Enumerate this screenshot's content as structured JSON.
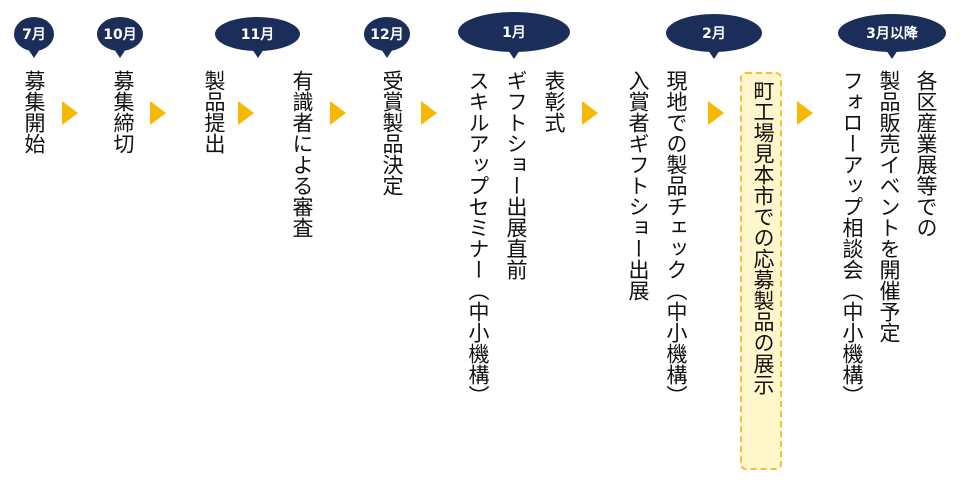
{
  "months": {
    "jul": "7月",
    "oct": "10月",
    "nov": "11月",
    "dec": "12月",
    "jan": "1月",
    "feb": "2月",
    "mar": "3月以降"
  },
  "steps": {
    "jul": [
      "募集開始"
    ],
    "oct": [
      "募集締切"
    ],
    "nov_submit": [
      "製品提出"
    ],
    "nov_review": [
      "有識者による審査"
    ],
    "dec": [
      "受賞製品決定"
    ],
    "jan": [
      "表彰式",
      "ギフトショー出展直前",
      "スキルアップセミナー（中小機構）"
    ],
    "feb": [
      "現地での製品チェック（中小機構）",
      "入賞者ギフトショー出展"
    ],
    "feb_highlight": "町工場見本市での応募製品の展示",
    "mar": [
      "各区産業展等での",
      "製品販売イベントを開催予定",
      "フォローアップ相談会（中小機構）"
    ]
  },
  "colors": {
    "bubble": "#1b2e5a",
    "arrow": "#f6b800",
    "highlight_bg": "#fff6cc",
    "highlight_border": "#f0c040"
  }
}
